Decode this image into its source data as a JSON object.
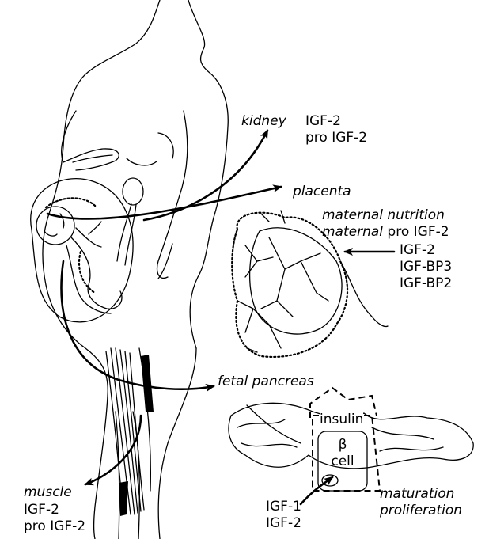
{
  "labels": {
    "kidney": {
      "organ": "kidney",
      "line1": "IGF-2",
      "line2": "pro IGF-2"
    },
    "placenta": {
      "organ": "placenta",
      "maternal_nutrition": "maternal nutrition",
      "maternal_word": "maternal",
      "maternal_rest": " pro IGF-2",
      "factors": [
        "IGF-2",
        "IGF-BP3",
        "IGF-BP2"
      ]
    },
    "pancreas": {
      "organ": "fetal pancreas",
      "insulin": "insulin",
      "cell_line1": "β",
      "cell_line2": "cell",
      "effect1": "maturation",
      "effect2": "proliferation",
      "factors": [
        "IGF-1",
        "IGF-2"
      ]
    },
    "muscle": {
      "organ": "muscle",
      "line1": "IGF-2",
      "line2": "pro IGF-2"
    }
  }
}
